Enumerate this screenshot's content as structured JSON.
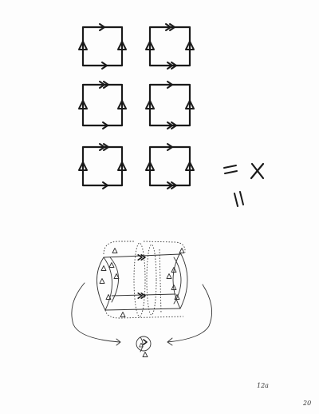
{
  "document": {
    "page_label": "12a",
    "page_number": "20"
  },
  "equation": {
    "rhs_symbol": "X"
  },
  "colors": {
    "ink": "#1a1a1a",
    "paper": "#fdfdfd"
  }
}
